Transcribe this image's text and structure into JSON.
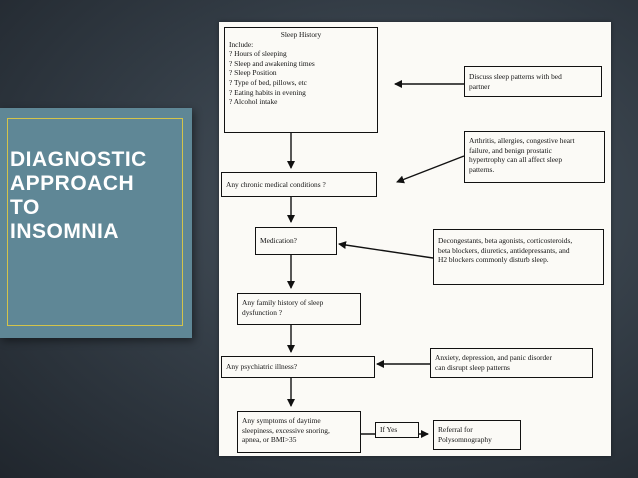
{
  "title": {
    "text": "DIAGNOSTIC\nAPPROACH\nTO\nINSOMNIA"
  },
  "flowchart": {
    "sleep_history": {
      "heading": "Sleep History",
      "lines": [
        "Include:",
        "? Hours of sleeping",
        "? Sleep and awakening times",
        "? Sleep Position",
        "? Type of bed, pillows, etc",
        "? Eating habits in evening",
        "? Alcohol intake"
      ]
    },
    "discuss_partner": [
      "Discuss sleep patterns with bed",
      "partner"
    ],
    "chronic_conditions_note": [
      "Arthritis, allergies, congestive heart",
      "failure, and benign prostatic",
      "hypertrophy can all affect sleep",
      "patterns."
    ],
    "chronic_question": [
      "Any chronic medical conditions ?"
    ],
    "medication": [
      "Medication?"
    ],
    "medication_note": [
      "Decongestants, beta agonists, corticosteroids,",
      "beta blockers, diuretics, antidepressants, and",
      "H2 blockers commonly disturb sleep."
    ],
    "family_history": [
      "Any family history of sleep",
      "dysfunction ?"
    ],
    "psychiatric_question": [
      "Any psychiatric illness?"
    ],
    "psychiatric_note": [
      "Anxiety, depression, and panic disorder",
      "can disrupt sleep patterns"
    ],
    "daytime_symptoms": [
      "Any symptoms of daytime",
      "sleepiness, excessive snoring,",
      "apnea, or BMI>35"
    ],
    "if_yes": "If Yes",
    "referral": [
      "Referral for",
      "Polysomnography"
    ]
  }
}
